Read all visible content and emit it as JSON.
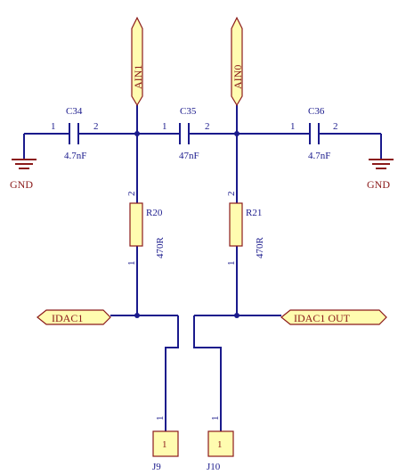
{
  "nets": {
    "ain1": "AIN1",
    "ain0": "AIN0",
    "idac1": "IDAC1",
    "idac1_out": "IDAC1 OUT",
    "gnd_left": "GND",
    "gnd_right": "GND"
  },
  "capacitors": [
    {
      "ref": "C34",
      "value": "4.7nF",
      "pin1": "1",
      "pin2": "2"
    },
    {
      "ref": "C35",
      "value": "47nF",
      "pin1": "1",
      "pin2": "2"
    },
    {
      "ref": "C36",
      "value": "4.7nF",
      "pin1": "1",
      "pin2": "2"
    }
  ],
  "resistors": [
    {
      "ref": "R20",
      "value": "470R",
      "pin1": "1",
      "pin2": "2"
    },
    {
      "ref": "R21",
      "value": "470R",
      "pin1": "1",
      "pin2": "2"
    }
  ],
  "connectors": [
    {
      "ref": "J9",
      "pin": "1",
      "pin_label": "1"
    },
    {
      "ref": "J10",
      "pin": "1",
      "pin_label": "1"
    }
  ],
  "colors": {
    "wire": "#1a1a8c",
    "label": "#8b1a1a",
    "component_fill": "#fffcb0"
  }
}
